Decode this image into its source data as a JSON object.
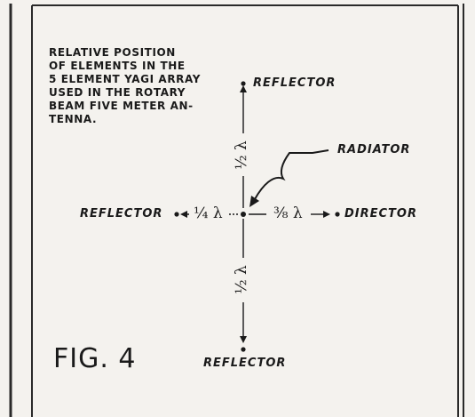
{
  "caption_lines": [
    "RELATIVE POSITION",
    "OF ELEMENTS IN THE",
    "5 ELEMENT YAGI ARRAY",
    "USED IN THE ROTARY",
    "BEAM FIVE METER AN-",
    "TENNA."
  ],
  "labels": {
    "reflector_top": "REFLECTOR",
    "radiator": "RADIATOR",
    "reflector_left": "REFLECTOR",
    "director": "DIRECTOR",
    "reflector_bottom": "REFLECTOR"
  },
  "distances": {
    "top": "½ λ",
    "left": "¼ λ",
    "right": "⅜ λ",
    "bottom": "½ λ"
  },
  "figure_label": "FIG. 4",
  "colors": {
    "ink": "#1a1a1a",
    "paper": "#f4f2ee",
    "frame": "#2a2a2a"
  }
}
